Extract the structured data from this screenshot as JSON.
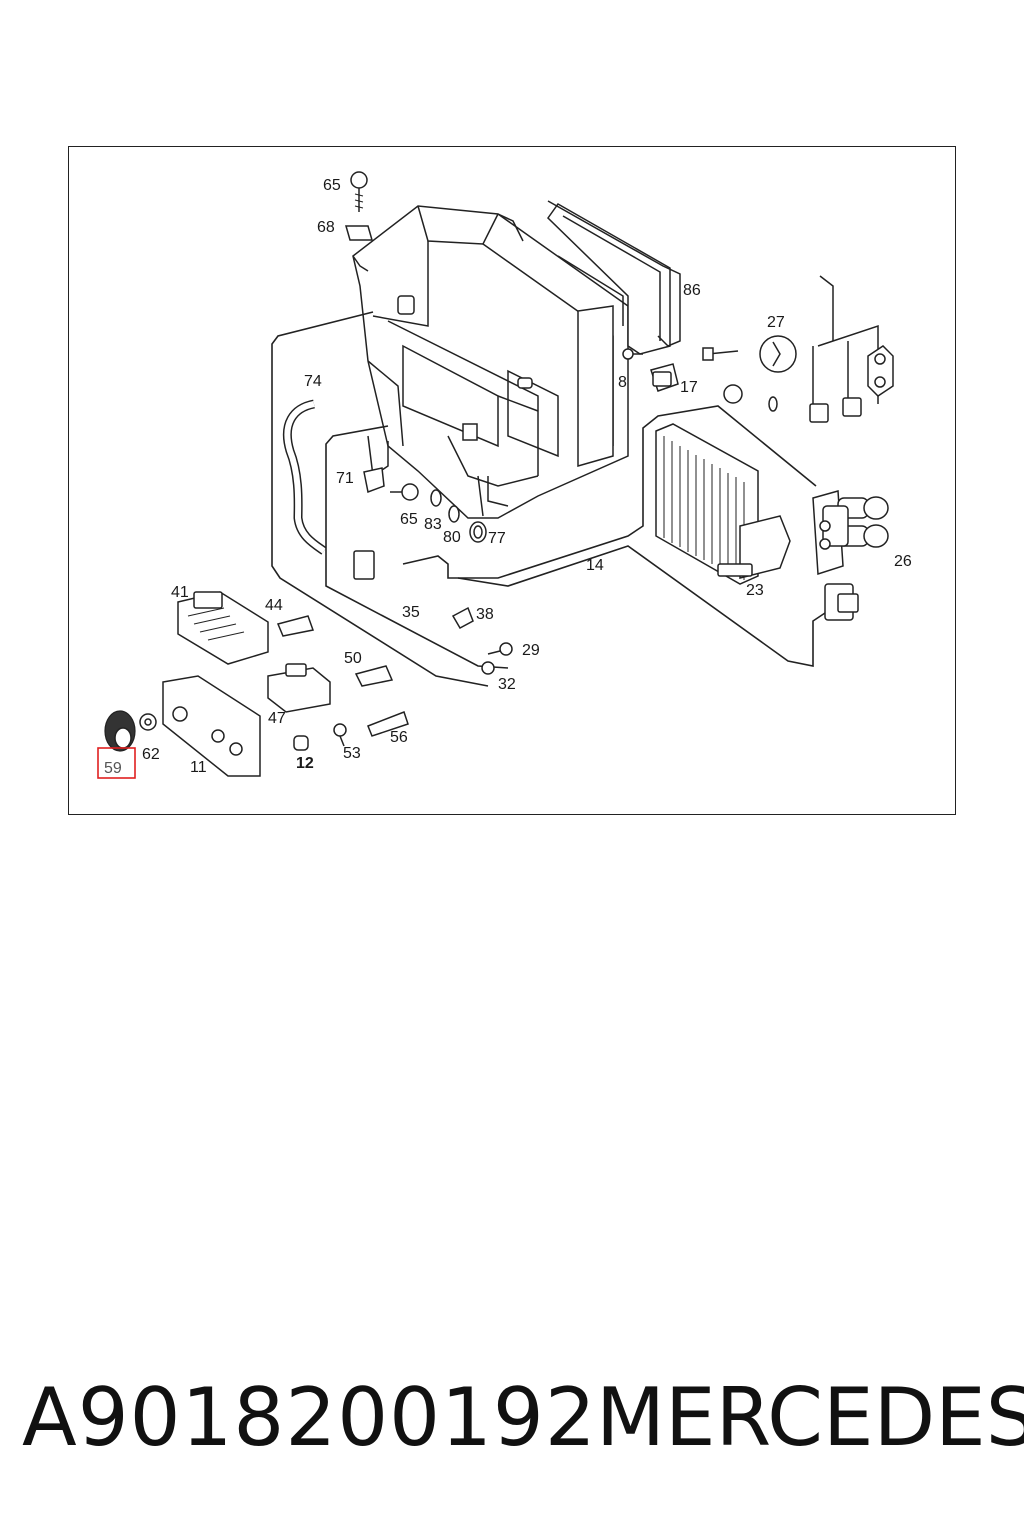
{
  "diagram": {
    "callouts": {
      "c65a": "65",
      "c68": "68",
      "c86": "86",
      "c27": "27",
      "c74": "74",
      "c8": "8",
      "c17": "17",
      "c71": "71",
      "c65b": "65",
      "c83": "83",
      "c80": "80",
      "c77": "77",
      "c26": "26",
      "c14": "14",
      "c23": "23",
      "c41": "41",
      "c44": "44",
      "c35": "35",
      "c38": "38",
      "c29": "29",
      "c50": "50",
      "c32": "32",
      "c47": "47",
      "c56": "56",
      "c62": "62",
      "c11": "11",
      "c12": "12",
      "c53": "53",
      "c59": "59"
    },
    "highlighted_callout": "59",
    "highlight_color": "#e02020"
  },
  "footer": {
    "part_number": "A9018200192",
    "brand": "MERCEDES"
  }
}
